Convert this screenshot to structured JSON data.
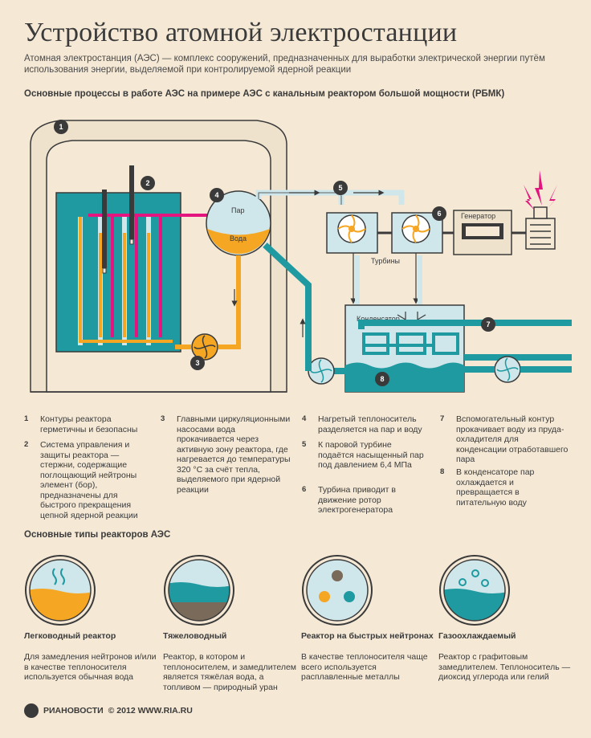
{
  "header": {
    "title": "Устройство атомной электростанции",
    "subtitle": "Атомная электростанция (АЭС) — комплекс сооружений, предназначенных для выработки электрической энергии путём использования энергии, выделяемой при контролируемой ядерной реакции"
  },
  "diagram_section": {
    "title": "Основные процессы в работе АЭС на примере АЭС с канальным реактором большой мощности (РБМК)",
    "labels": {
      "steam": "Пар",
      "water": "Вода",
      "turbines": "Турбины",
      "generator": "Генератор",
      "condenser": "Конденсатор"
    },
    "markers": [
      "1",
      "2",
      "3",
      "4",
      "5",
      "6",
      "7",
      "8"
    ]
  },
  "notes": [
    {
      "n": "1",
      "text": "Контуры реактора герметичны и безопасны"
    },
    {
      "n": "2",
      "text": "Система управления и защиты реактора — стержни, содержащие поглощающий нейтроны элемент (бор), предназначены для быстрого прекращения цепной ядерной реакции"
    },
    {
      "n": "3",
      "text": "Главными циркуляционными насосами вода прокачивается через активную зону реактора, где нагревается до температуры 320 °С за счёт тепла, выделяемого при ядерной реакции"
    },
    {
      "n": "4",
      "text": "Нагретый теплоноситель разделяется на пар и воду"
    },
    {
      "n": "5",
      "text": "К паровой турбине подаётся насыщенный пар под давлением 6,4 МПа"
    },
    {
      "n": "6",
      "text": "Турбина приводит в движение ротор электрогенератора"
    },
    {
      "n": "7",
      "text": "Вспомогательный контур прокачивает воду из пруда-охладителя для конденсации отработавшего пара"
    },
    {
      "n": "8",
      "text": "В конденсаторе пар охлаждается и превращается в питательную воду"
    }
  ],
  "types_section": {
    "title": "Основные типы реакторов АЭС",
    "items": [
      {
        "name": "Легководный реактор",
        "desc": "Для замедления нейтронов и/или в качестве теплоносителя используется обычная вода"
      },
      {
        "name": "Тяжеловодный",
        "desc": "Реактор, в котором и теплоносителем, и замедлителем является тяжёлая вода, а топливом — природный уран"
      },
      {
        "name": "Реактор на быстрых нейтронах",
        "desc": "В качестве теплоносителя чаще всего используется расплавленные металлы"
      },
      {
        "name": "Газоохлаждаемый",
        "desc": "Реактор с графитовым замедлителем. Теплоноситель — диоксид углерода или гелий"
      }
    ]
  },
  "footer": {
    "brand": "РИАНОВОСТИ",
    "copyright": "© 2012 WWW.RIA.RU"
  },
  "colors": {
    "background": "#f5e9d6",
    "teal": "#1e9aa0",
    "light_blue": "#cfe6ea",
    "orange": "#f5a623",
    "magenta": "#e5157f",
    "dark": "#3a3a3a"
  }
}
